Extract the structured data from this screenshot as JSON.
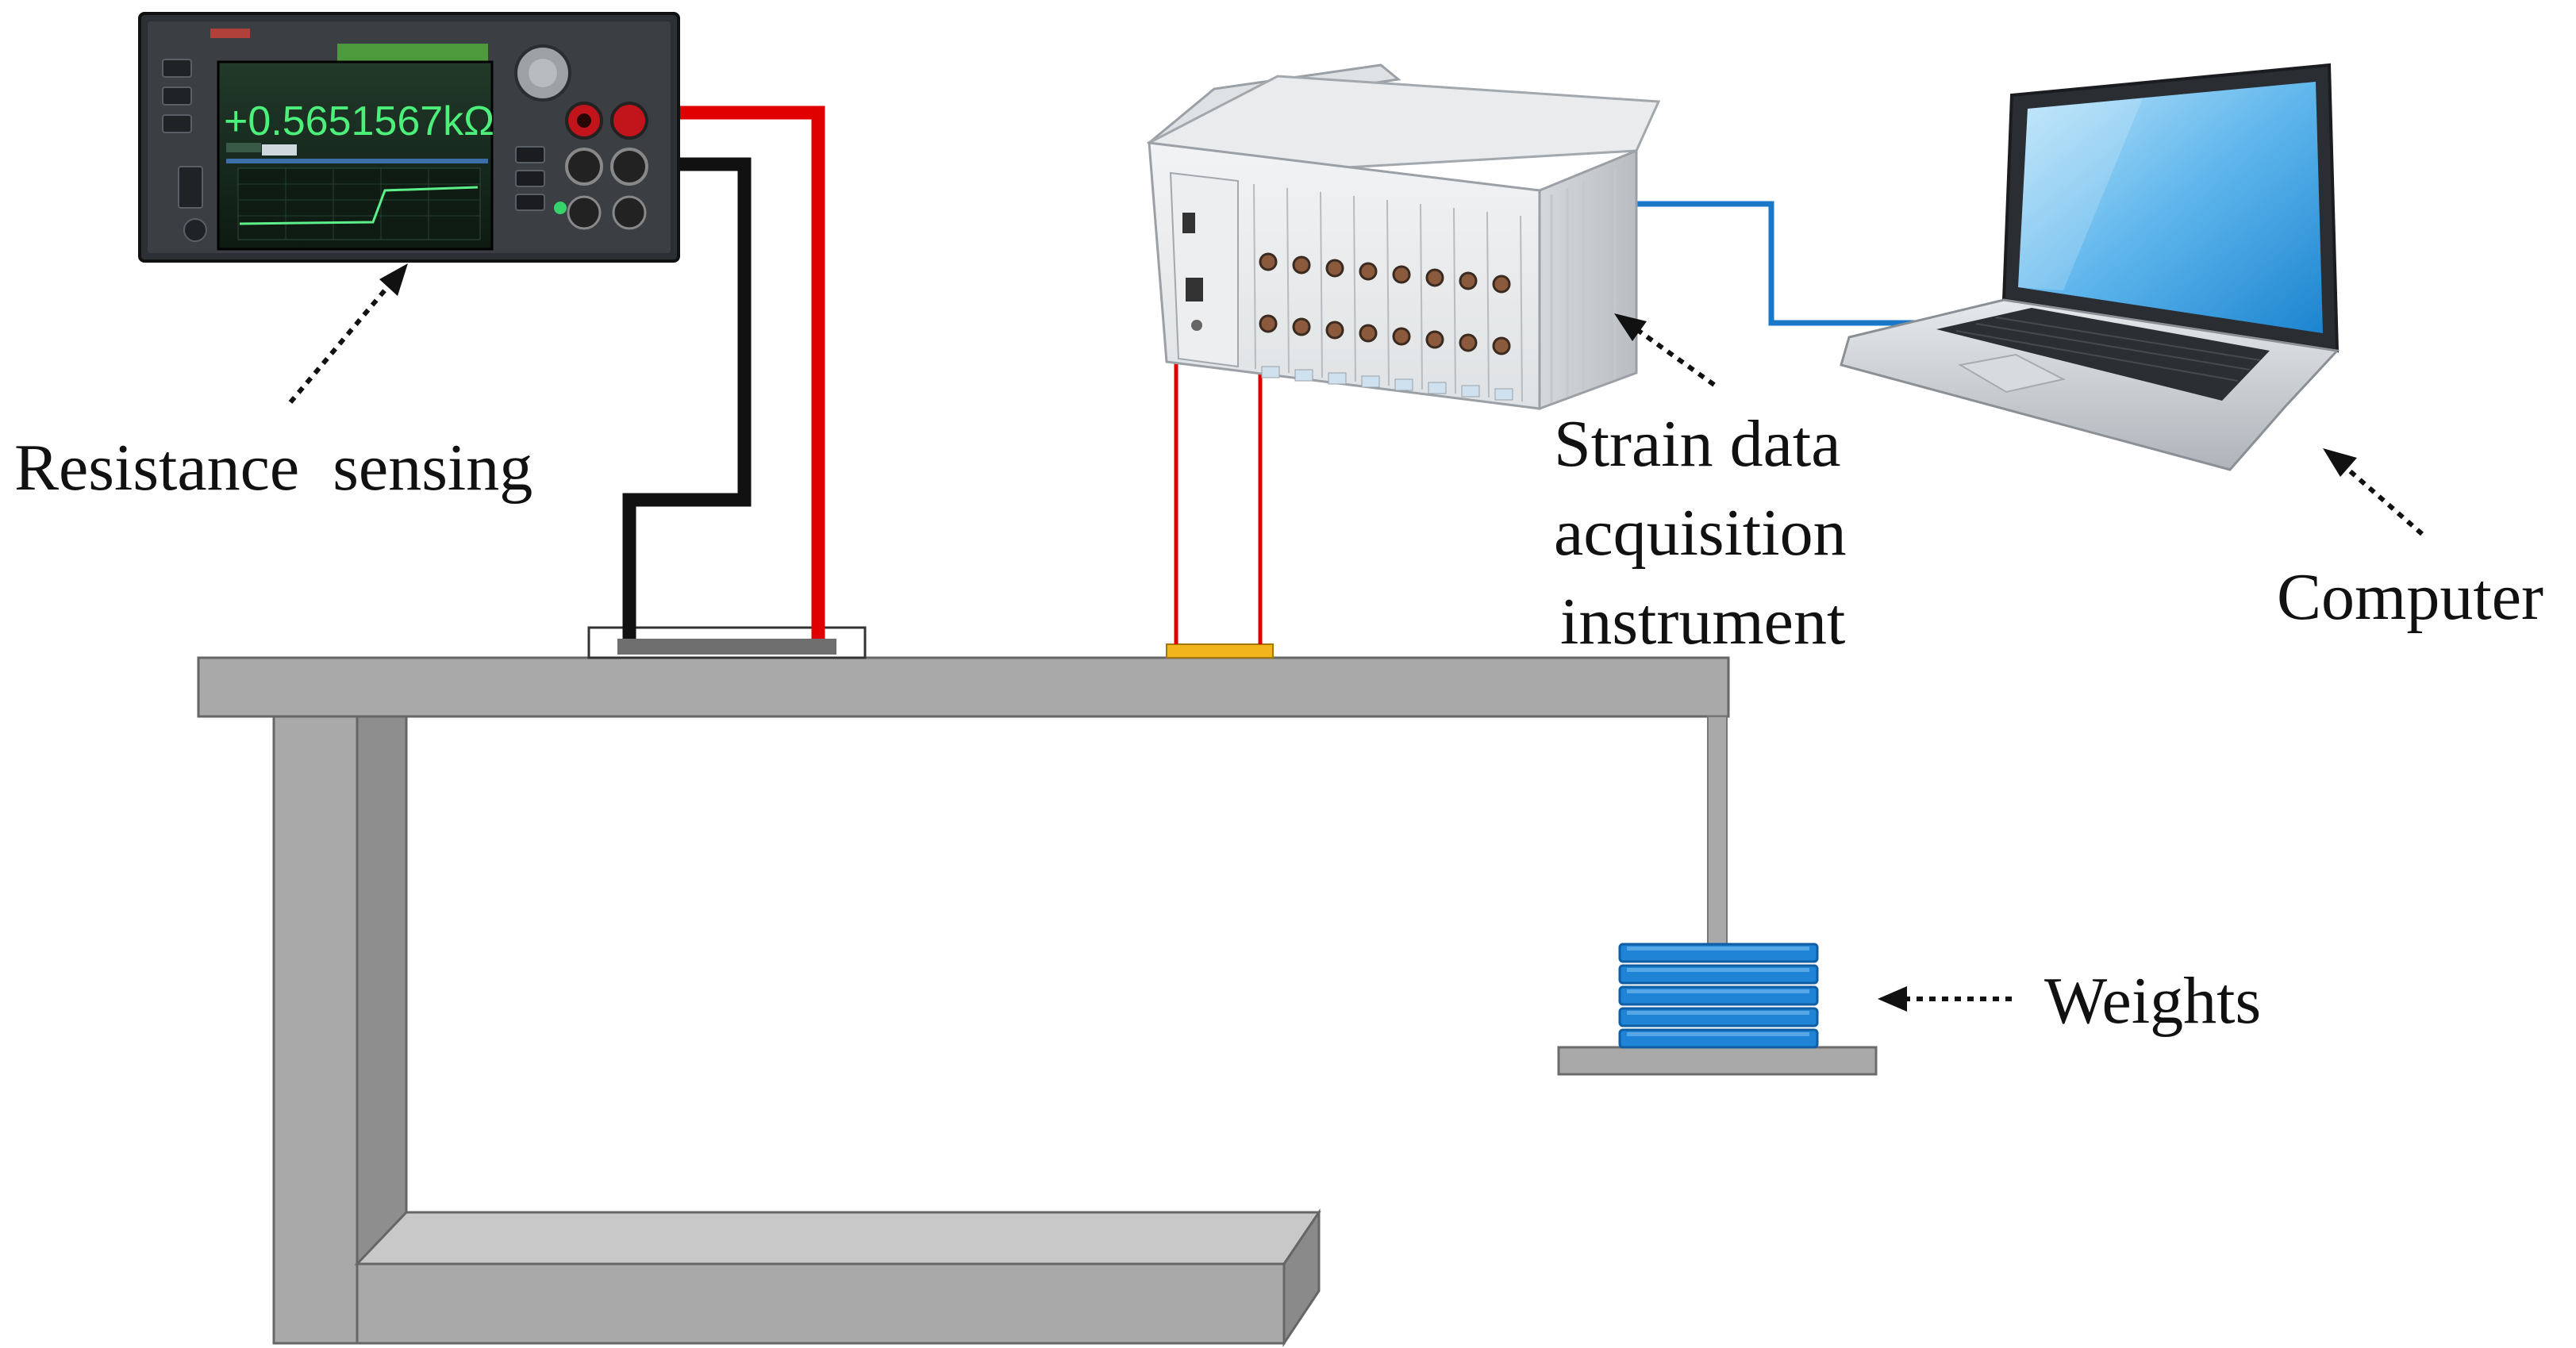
{
  "labels": {
    "resistance_sensing": "Resistance  sensing",
    "strain_line1": "Strain data",
    "strain_line2": "acquisition",
    "strain_line3": "instrument",
    "computer": "Computer",
    "weights": "Weights"
  },
  "multimeter": {
    "reading": "+0.5651567kΩ"
  },
  "colors": {
    "beam": "#a6a6a6",
    "beam_edge": "#6b6b6b",
    "wire_red": "#e00000",
    "wire_black": "#111111",
    "cable_blue": "#1a78c8",
    "weights": "#1f84d6",
    "strain_gauge": "#f2b61c",
    "meter_screen": "#1a2a1e",
    "meter_text": "#4cf07a"
  },
  "icons": {
    "multimeter": "multimeter-device",
    "daq": "strain-daq-chassis",
    "laptop": "laptop-computer",
    "weights": "weight-stack",
    "resistance_sensor": "sensor-on-beam",
    "strain_gauge": "strain-gauge-on-beam"
  }
}
